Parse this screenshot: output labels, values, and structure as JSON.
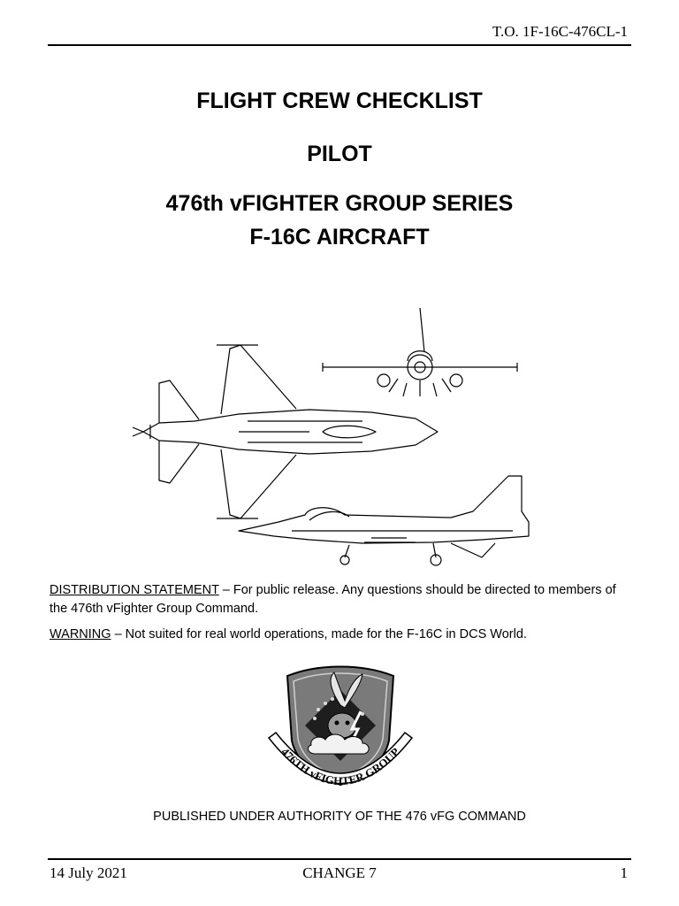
{
  "header": {
    "tech_order": "T.O. 1F-16C-476CL-1"
  },
  "titles": {
    "checklist": "FLIGHT CREW CHECKLIST",
    "role": "PILOT",
    "series": "476th vFIGHTER GROUP SERIES",
    "aircraft": "F-16C AIRCRAFT"
  },
  "notices": {
    "distribution_label": "DISTRIBUTION STATEMENT",
    "distribution_text": " – For public release. Any questions should be directed to members of the 476th vFighter Group Command.",
    "warning_label": "WARNING",
    "warning_text": " – Not suited for real world operations, made for the F-16C in DCS World."
  },
  "emblem": {
    "ring_text": "476TH vFIGHTER GROUP"
  },
  "authority": "PUBLISHED UNDER AUTHORITY OF THE 476 vFG COMMAND",
  "footer": {
    "date": "14 July 2021",
    "change": "CHANGE 7",
    "page": "1"
  }
}
